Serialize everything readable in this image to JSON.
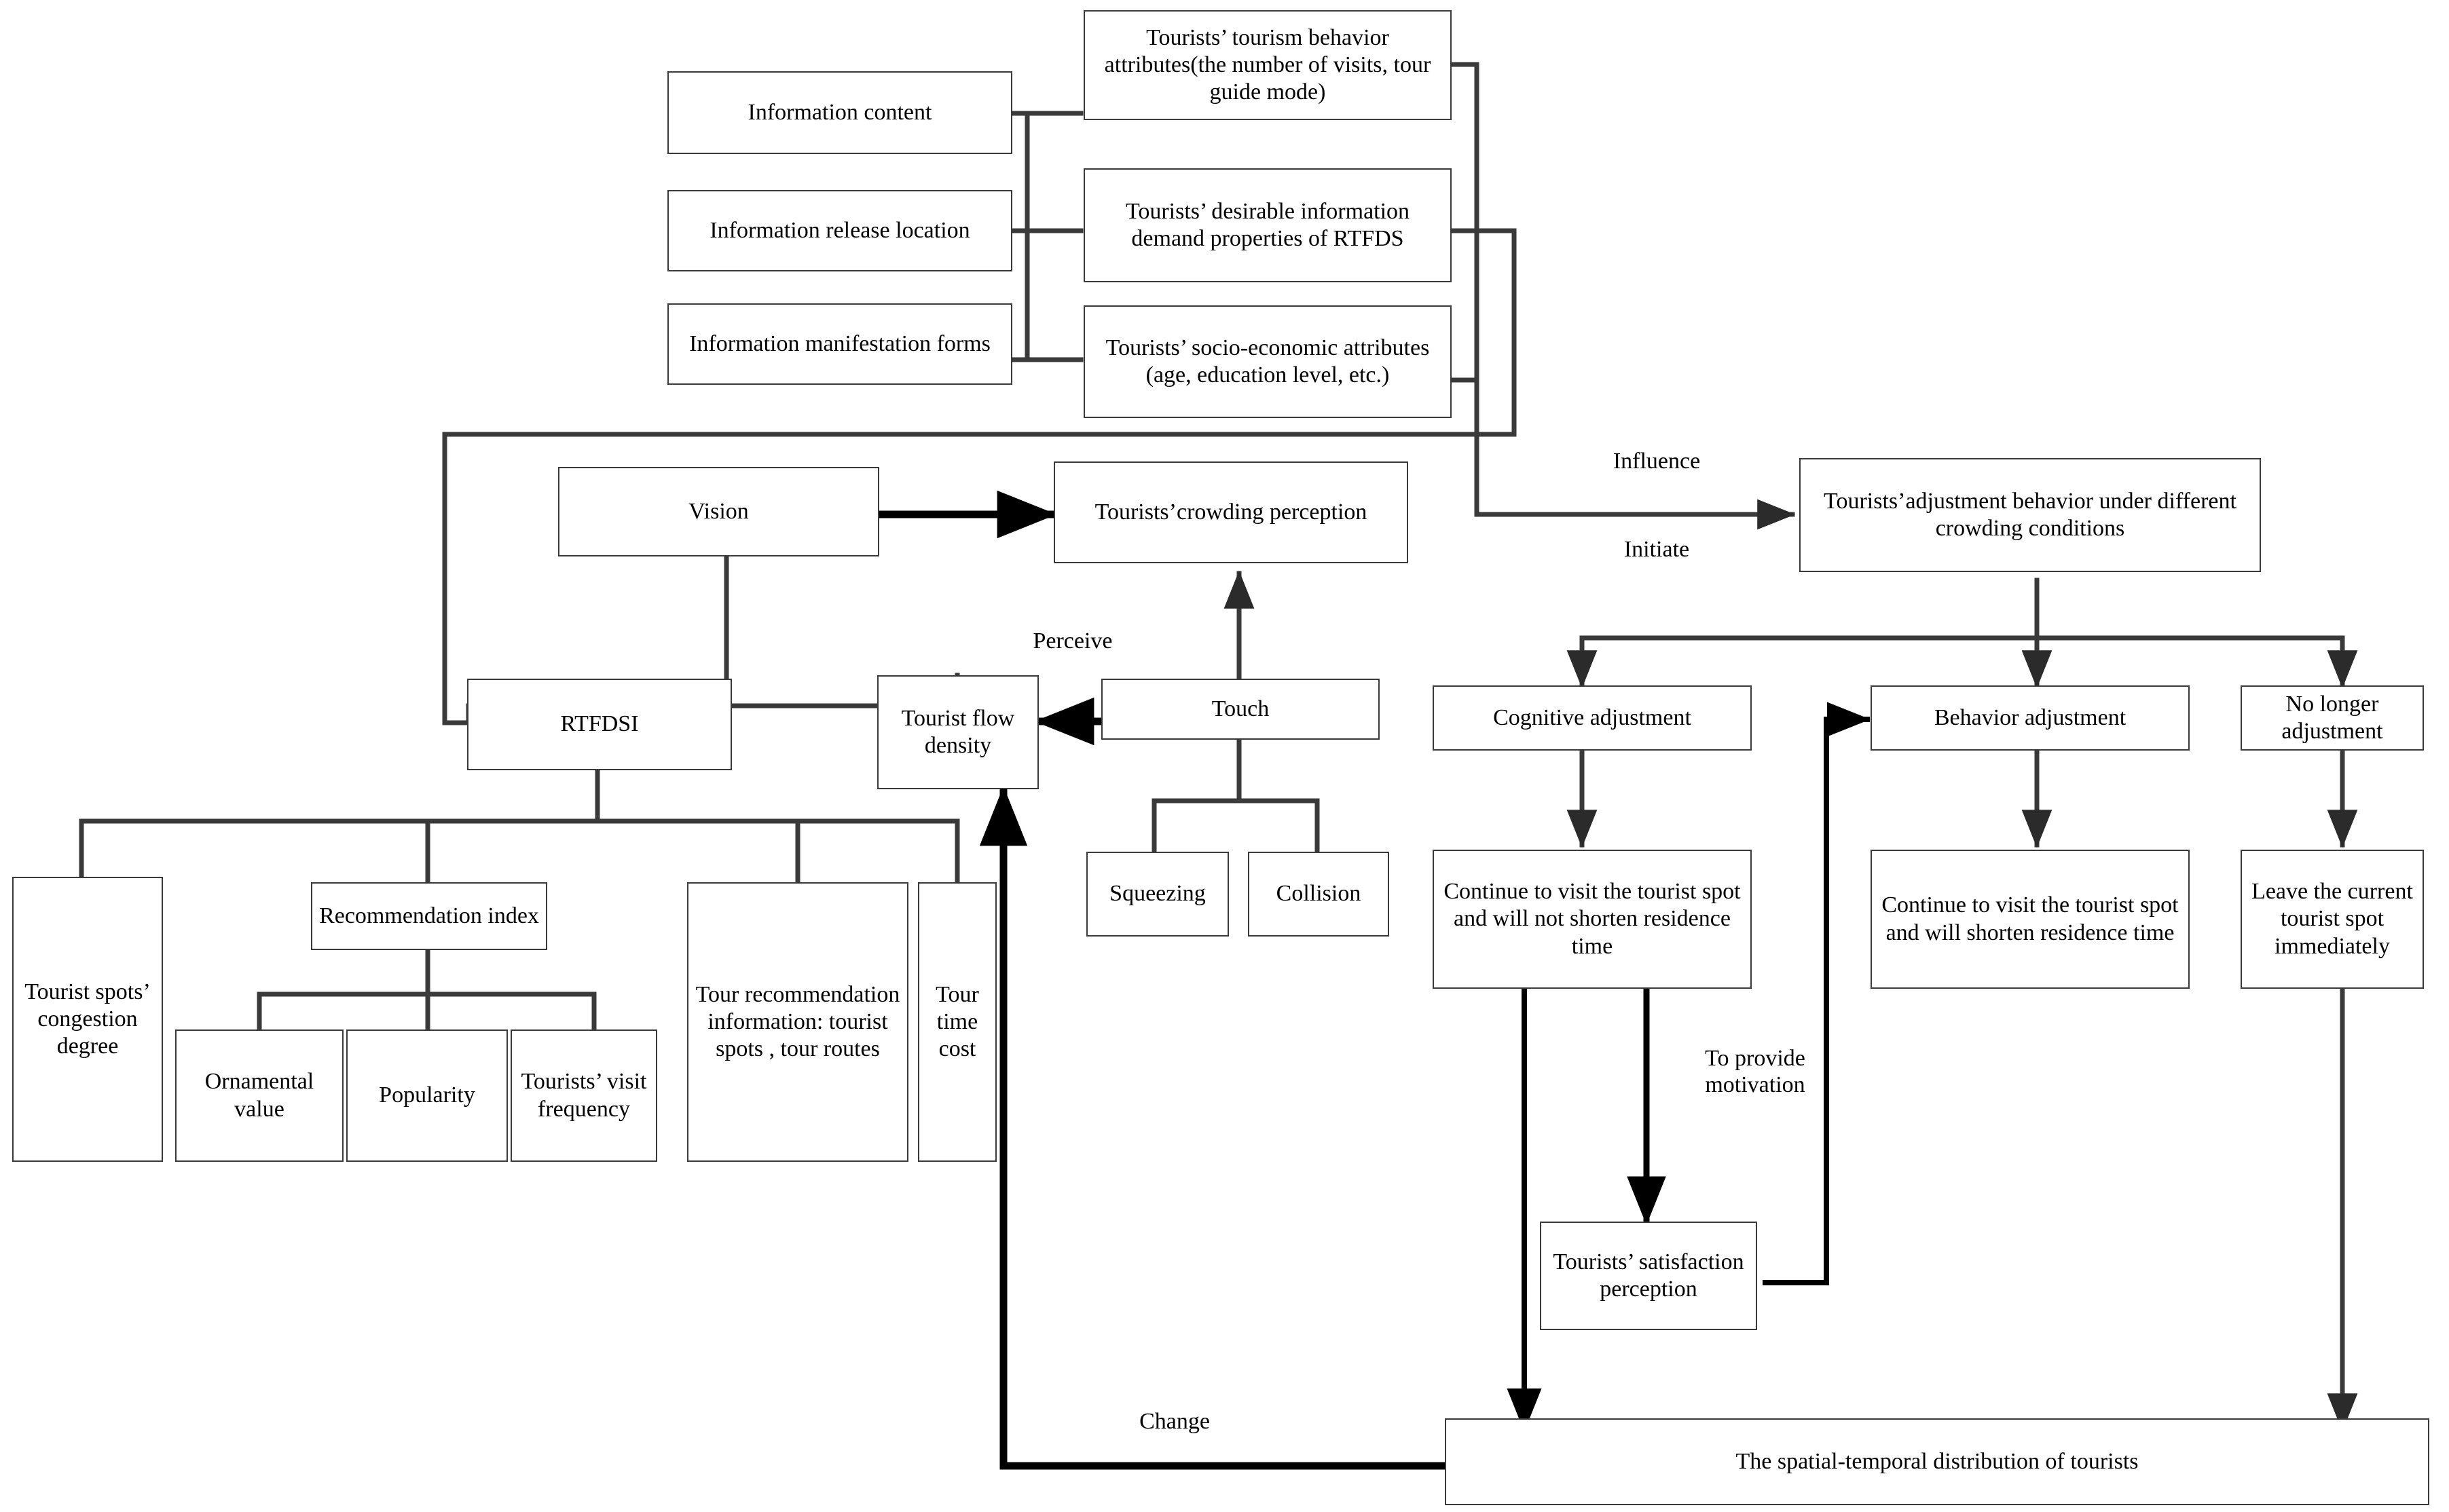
{
  "diagram": {
    "title": "Tourist crowding perception and adjustment behavior framework",
    "node_border_color": "#3a3a3a",
    "connector_color": "#3a3a3a",
    "background": "#ffffff"
  },
  "nodes": {
    "information_content": "Information content",
    "information_release_location": "Information release location",
    "information_manifestation_forms": "Information manifestation forms",
    "tourism_behavior_attributes": "Tourists’ tourism behavior attributes(the number of visits, tour guide mode)",
    "desirable_information_demand": "Tourists’ desirable information demand properties of RTFDS",
    "socio_economic_attributes": "Tourists’ socio-economic attributes\n(age, education level, etc.)",
    "vision": "Vision",
    "crowding_perception": "Tourists’crowding perception",
    "adjustment_behavior": "Tourists’adjustment behavior under different crowding conditions",
    "rtfdsi": "RTFDSI",
    "tourist_flow_density": "Tourist flow density",
    "touch": "Touch",
    "cognitive_adjustment": "Cognitive adjustment",
    "behavior_adjustment": "Behavior adjustment",
    "no_longer_adjustment": "No longer adjustment",
    "squeezing": "Squeezing",
    "collision": "Collision",
    "congestion_degree": "Tourist spots’ congestion degree",
    "recommendation_index": "Recommendation index",
    "ornamental_value": "Ornamental value",
    "popularity": "Popularity",
    "visit_frequency": "Tourists’ visit frequency",
    "tour_recommendation_information": "Tour recommendation information: tourist spots , tour routes",
    "tour_time_cost": "Tour time cost",
    "continue_not_shorten": "Continue to visit the tourist spot and will not shorten residence time",
    "continue_shorten": "Continue to visit the tourist spot and will shorten residence time",
    "leave_immediately": "Leave the current tourist spot immediately",
    "satisfaction_perception": "Tourists’ satisfaction perception",
    "spatial_temporal_distribution": "The spatial-temporal distribution of tourists"
  },
  "edge_labels": {
    "influence": "Influence",
    "initiate": "Initiate",
    "perceive": "Perceive",
    "to_provide_motivation": "To provide\nmotivation",
    "change": "Change"
  }
}
